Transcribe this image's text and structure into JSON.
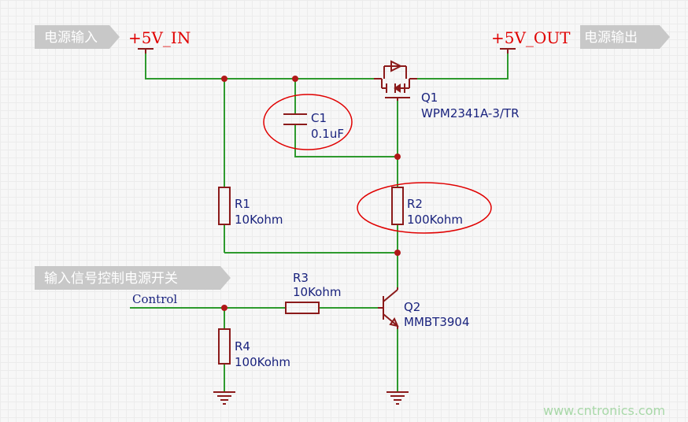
{
  "tags": {
    "power_in": "电源输入",
    "power_out": "电源输出",
    "control_switch": "输入信号控制电源开关"
  },
  "nets": {
    "vin": "+5V_IN",
    "vout": "+5V_OUT",
    "control": "Control"
  },
  "components": {
    "q1": {
      "ref": "Q1",
      "value": "WPM2341A-3/TR"
    },
    "c1": {
      "ref": "C1",
      "value": "0.1uF"
    },
    "r1": {
      "ref": "R1",
      "value": "10Kohm"
    },
    "r2": {
      "ref": "R2",
      "value": "100Kohm"
    },
    "r3": {
      "ref": "R3",
      "value": "10Kohm"
    },
    "r4": {
      "ref": "R4",
      "value": "100Kohm"
    },
    "q2": {
      "ref": "Q2",
      "value": "MMBT3904"
    }
  },
  "watermark": "www.cntronics.com",
  "colors": {
    "wire": "#2e9a2e",
    "component": "#8b1a1a",
    "net_label": "#e00000",
    "designator": "#1a237e",
    "highlight": "#e00000",
    "tag_bg": "#c8c8c8",
    "watermark": "#a8d8a8"
  }
}
